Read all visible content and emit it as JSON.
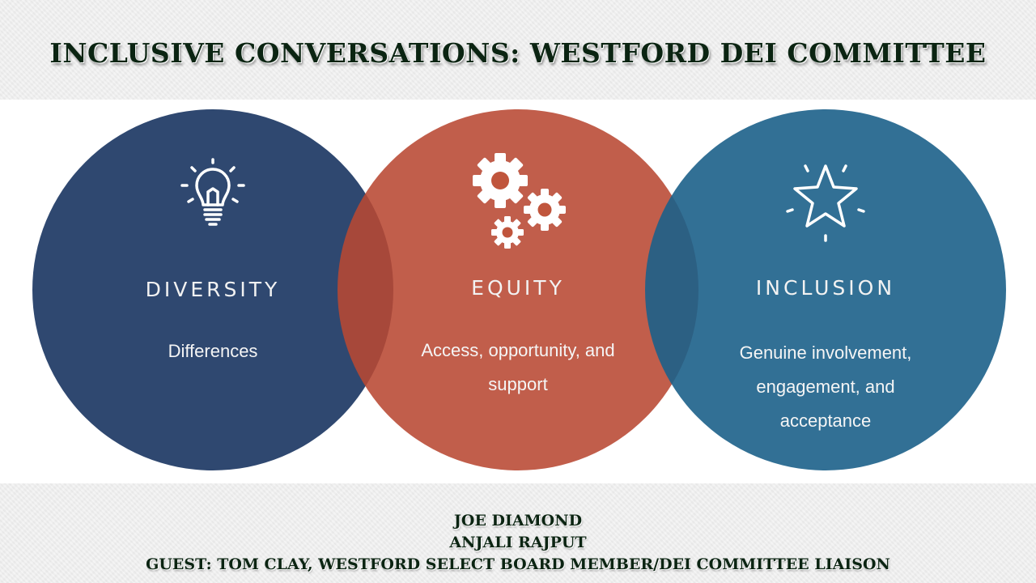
{
  "header": {
    "title": "INCLUSIVE CONVERSATIONS: WESTFORD DEI COMMITTEE"
  },
  "colors": {
    "diversity": "#243e68",
    "equity": "#b84832",
    "inclusion": "#1c608a",
    "title_text": "#0b2412"
  },
  "pillars": [
    {
      "icon": "lightbulb-icon",
      "label": "DIVERSITY",
      "desc_lines": [
        "Differences"
      ]
    },
    {
      "icon": "gears-icon",
      "label": "EQUITY",
      "desc_lines": [
        "Access, opportunity, and",
        "support"
      ]
    },
    {
      "icon": "star-icon",
      "label": "INCLUSION",
      "desc_lines": [
        "Genuine involvement,",
        "engagement, and",
        "acceptance"
      ]
    }
  ],
  "footer": {
    "lines": [
      "JOE DIAMOND",
      "ANJALI RAJPUT",
      "GUEST: TOM CLAY, WESTFORD SELECT BOARD MEMBER/DEI COMMITTEE LIAISON"
    ]
  }
}
